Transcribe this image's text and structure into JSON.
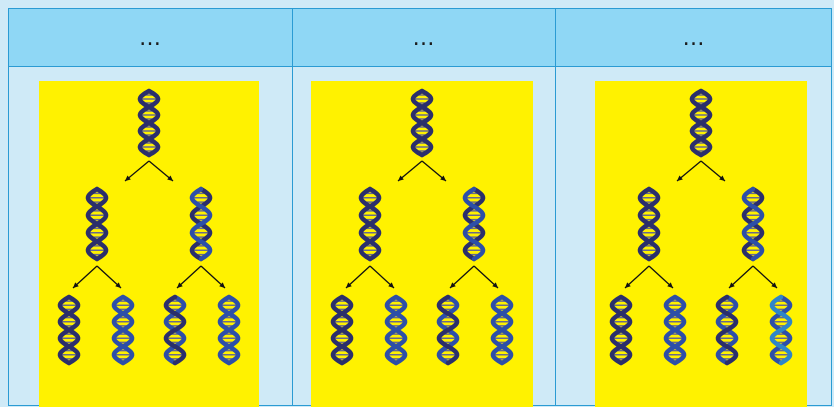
{
  "header": {
    "columns": [
      {
        "label": "…"
      },
      {
        "label": "…"
      },
      {
        "label": "…"
      }
    ]
  },
  "diagram": {
    "panel_color": "#fff200",
    "strand_dark": "#2b2f6b",
    "strand_blue": "#2d4fa8",
    "strand_light": "#2e86c8",
    "panels": [
      {
        "generations": 3,
        "arrows": "black"
      },
      {
        "generations": 3,
        "arrows": "black"
      },
      {
        "generations": 3,
        "arrows": "black"
      }
    ]
  }
}
